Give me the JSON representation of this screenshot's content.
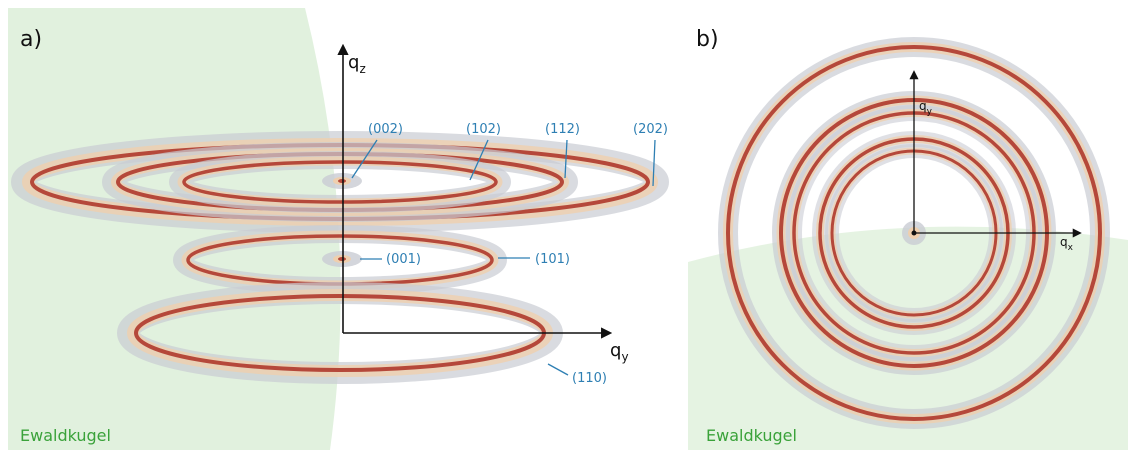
{
  "panels": {
    "a": {
      "label": "a)",
      "axis_qz": "q",
      "axis_qz_sub": "z",
      "axis_qy": "q",
      "axis_qy_sub": "y",
      "reflections": [
        "(002)",
        "(102)",
        "(112)",
        "(202)",
        "(001)",
        "(101)",
        "(110)"
      ],
      "ewald_label": "Ewaldkugel"
    },
    "b": {
      "label": "b)",
      "axis_qy": "q",
      "axis_qy_sub": "y",
      "axis_qx": "q",
      "axis_qx_sub": "x",
      "ewald_label": "Ewaldkugel"
    }
  },
  "colors": {
    "ewald_fill": "#dcefd8",
    "ring_outer": "#b8bcc4",
    "ring_peach": "#e8b98e",
    "ring_red": "#b5483a",
    "leader_line": "#2e7fb3",
    "axis": "#111111",
    "ewald_text": "#3aa23a"
  }
}
